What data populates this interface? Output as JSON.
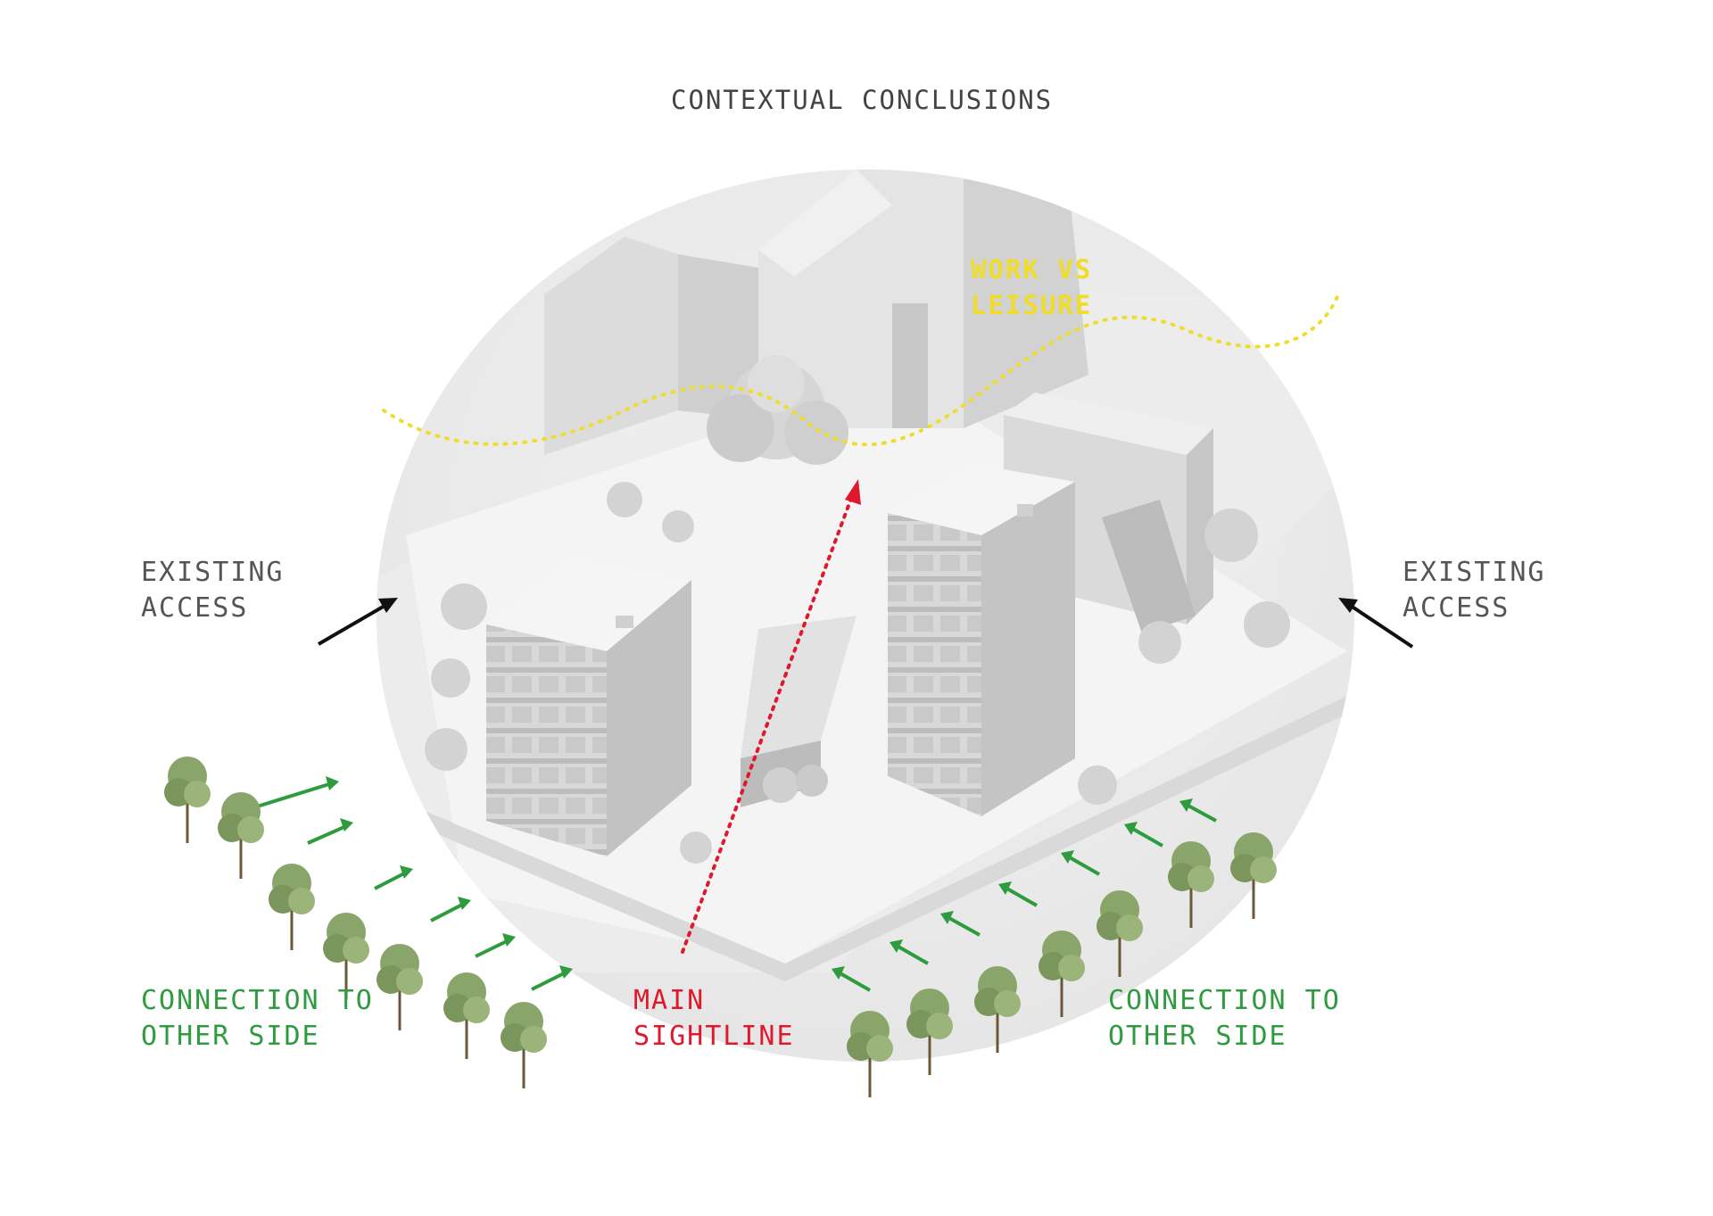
{
  "title": "CONTEXTUAL CONCLUSIONS",
  "labels": {
    "work_leisure": [
      "WORK VS",
      "LEISURE"
    ],
    "access_left": [
      "EXISTING",
      "ACCESS"
    ],
    "access_right": [
      "EXISTING",
      "ACCESS"
    ],
    "connection_left": [
      "CONNECTION TO",
      "OTHER SIDE"
    ],
    "connection_right": [
      "CONNECTION TO",
      "OTHER SIDE"
    ],
    "sightline": [
      "MAIN",
      "SIGHTLINE"
    ]
  },
  "colors": {
    "work_leisure": "#f0dc2a",
    "sightline": "#e0182d",
    "connection": "#2e9b3e",
    "access": "#111111",
    "model": "#e8e8e8"
  }
}
